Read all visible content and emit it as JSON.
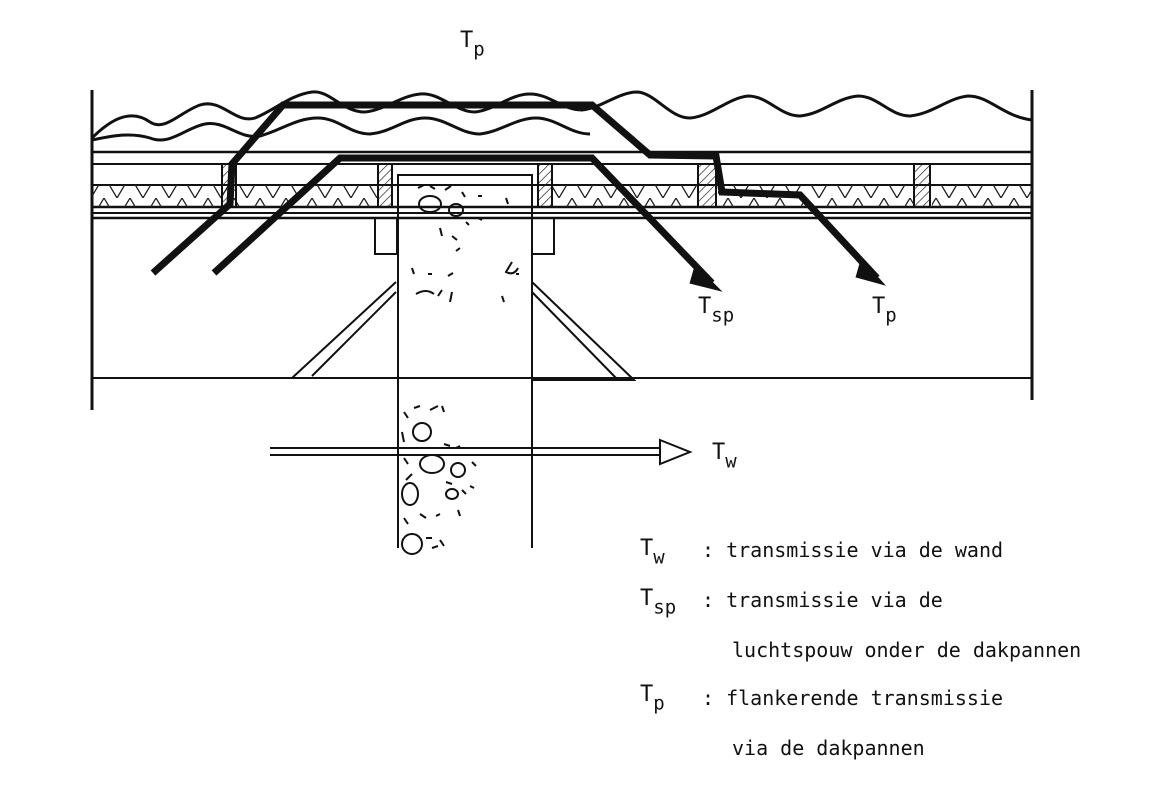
{
  "labels": {
    "tp_top": {
      "main": "T",
      "sub": "p"
    },
    "tsp": {
      "main": "T",
      "sub": "sp"
    },
    "tp_right": {
      "main": "T",
      "sub": "p"
    },
    "tw": {
      "main": "T",
      "sub": "w"
    }
  },
  "legend": [
    {
      "sym_main": "T",
      "sym_sub": "w",
      "line1": ": transmissie via de wand",
      "line2": ""
    },
    {
      "sym_main": "T",
      "sym_sub": "sp",
      "line1": ": transmissie via de",
      "line2": "luchtspouw onder de dakpannen"
    },
    {
      "sym_main": "T",
      "sym_sub": "p",
      "line1": ": flankerende transmissie",
      "line2": "via de dakpannen"
    }
  ]
}
